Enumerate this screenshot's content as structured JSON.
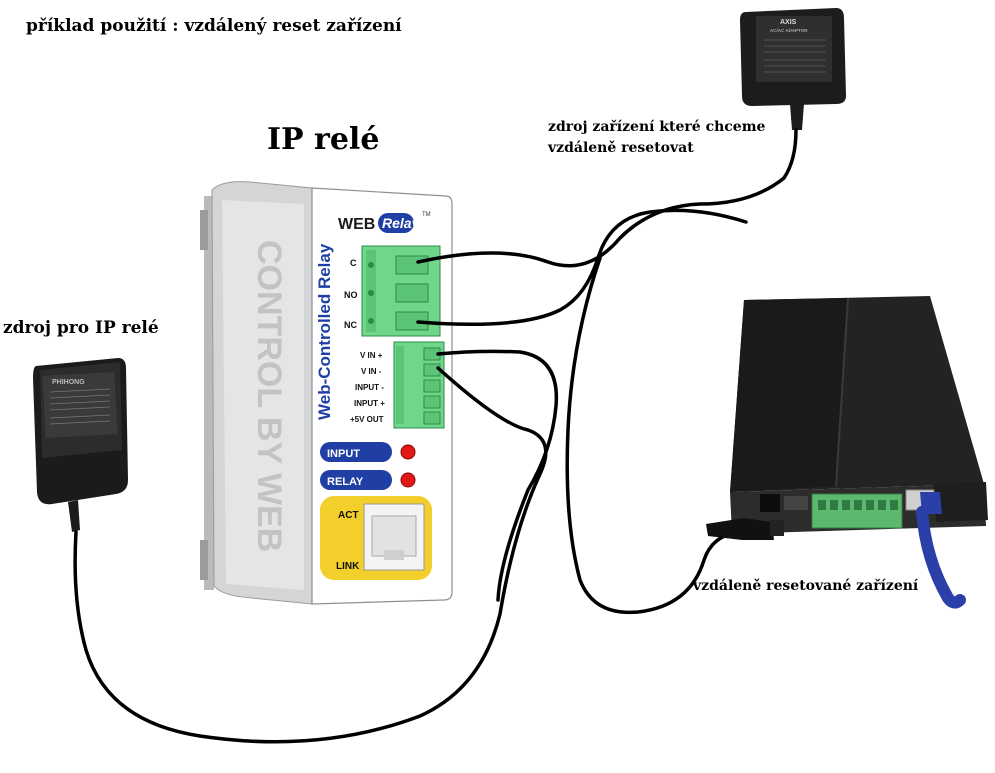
{
  "title": "příklad použití : vzdálený reset zařízení",
  "heading": "IP relé",
  "labels": {
    "ip_relay_power": "zdroj pro IP relé",
    "device_power_line1": "zdroj zařízení které chceme",
    "device_power_line2": "vzdáleně resetovat",
    "remote_device": "vzdáleně resetované zařízení"
  },
  "relay": {
    "brand_web": "WEB",
    "brand_relay": "Relay",
    "tm": "TM",
    "side_text": "Web-Controlled Relay",
    "relay_terminals": [
      "C",
      "NO",
      "NC"
    ],
    "io_terminals": [
      "V IN +",
      "V IN -",
      "INPUT -",
      "INPUT +",
      "+5V OUT"
    ],
    "input_led": "INPUT",
    "relay_led": "RELAY",
    "act": "ACT",
    "link": "LINK"
  },
  "adapter_left": {
    "brand": "PHIHONG"
  },
  "adapter_right": {
    "brand": "AXIS",
    "line": "AC/AC ADAPTOR"
  },
  "colors": {
    "relay_body": "#d9dadb",
    "relay_face": "#ffffff",
    "terminal_green": "#6fd68a",
    "led_badge": "#1f3fa5",
    "led_red": "#e01818",
    "rj45_panel": "#f2cf2a",
    "device_body": "#1a1a1a",
    "cable_blue": "#2a3fa8"
  }
}
